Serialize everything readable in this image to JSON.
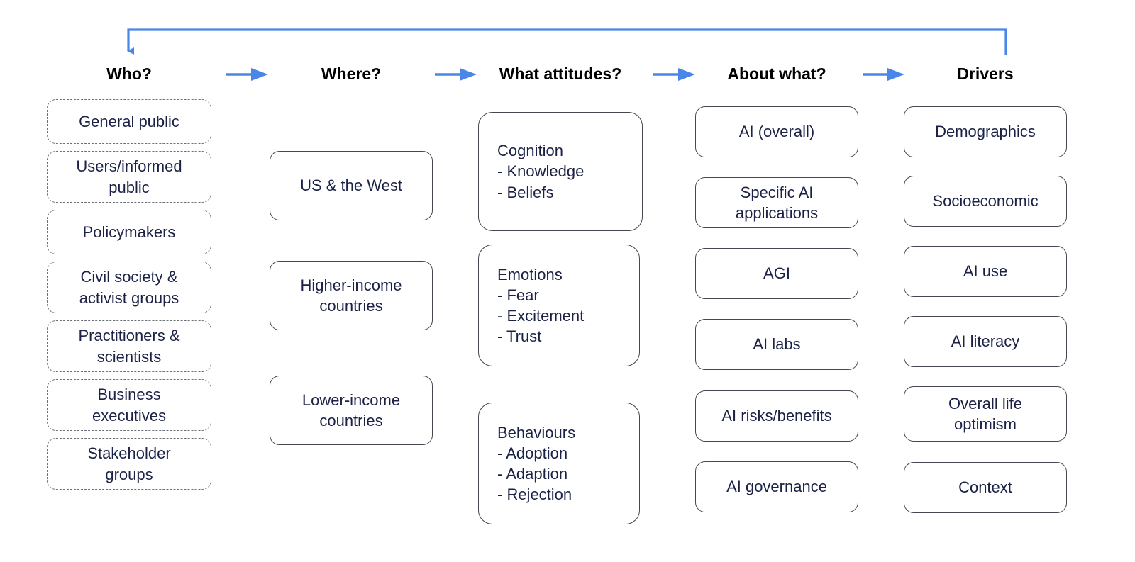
{
  "diagram": {
    "type": "flow-framework",
    "accent_color": "#4a86e8",
    "node_text_color": "#1b2246",
    "header_text_color": "#000000",
    "feedback_loop": {
      "label": "",
      "from": "Drivers",
      "to": "Who?",
      "icon": "feedback-loop-arrow"
    },
    "flow_arrow_icon": "right-arrow-icon",
    "columns": [
      {
        "id": "who",
        "header": "Who?",
        "box_style": "dashed",
        "nodes": [
          {
            "label": "General public"
          },
          {
            "label": "Users/informed\npublic"
          },
          {
            "label": "Policymakers"
          },
          {
            "label": "Civil society &\nactivist groups"
          },
          {
            "label": "Practitioners &\nscientists"
          },
          {
            "label": "Business\nexecutives"
          },
          {
            "label": "Stakeholder\ngroups"
          }
        ]
      },
      {
        "id": "where",
        "header": "Where?",
        "box_style": "solid",
        "nodes": [
          {
            "label": "US & the West"
          },
          {
            "label": "Higher-income\ncountries"
          },
          {
            "label": "Lower-income\ncountries"
          }
        ]
      },
      {
        "id": "attitudes",
        "header": "What attitudes?",
        "box_style": "solid-list",
        "nodes": [
          {
            "label": "Cognition\n- Knowledge\n- Beliefs"
          },
          {
            "label": "Emotions\n- Fear\n- Excitement\n- Trust"
          },
          {
            "label": "Behaviours\n- Adoption\n- Adaption\n- Rejection"
          }
        ]
      },
      {
        "id": "about",
        "header": "About what?",
        "box_style": "solid",
        "nodes": [
          {
            "label": "AI (overall)"
          },
          {
            "label": "Specific AI\napplications"
          },
          {
            "label": "AGI"
          },
          {
            "label": "AI labs"
          },
          {
            "label": "AI risks/benefits"
          },
          {
            "label": "AI governance"
          }
        ]
      },
      {
        "id": "drivers",
        "header": "Drivers",
        "box_style": "solid",
        "nodes": [
          {
            "label": "Demographics"
          },
          {
            "label": "Socioeconomic"
          },
          {
            "label": "AI use"
          },
          {
            "label": "AI literacy"
          },
          {
            "label": "Overall life\noptimism"
          },
          {
            "label": "Context"
          }
        ]
      }
    ]
  }
}
